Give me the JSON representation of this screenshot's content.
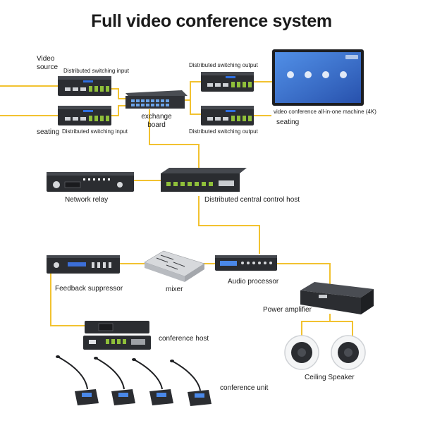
{
  "title": "Full video conference system",
  "labels": {
    "video_source": "Video\nsource",
    "seating_left": "seating",
    "dist_input_top": "Distributed switching input",
    "dist_input_bottom": "Distributed switching input",
    "exchange_board": "exchange\nboard",
    "dist_output_top": "Distributed switching output",
    "dist_output_bottom": "Distributed switching output",
    "display_caption": "video conference all-in-one machine (4K)",
    "seating_right": "seating",
    "network_relay": "Network relay",
    "central_host": "Distributed central control host",
    "feedback_suppressor": "Feedback suppressor",
    "mixer": "mixer",
    "audio_processor": "Audio processor",
    "power_amplifier": "Power amplifier",
    "conference_host": "conference host",
    "ceiling_speaker": "Ceiling Speaker",
    "conference_unit": "conference unit"
  },
  "colors": {
    "cable": "#f2c230",
    "device_dark": "#2b2d31",
    "screen_blue": "#3f7ad6"
  }
}
